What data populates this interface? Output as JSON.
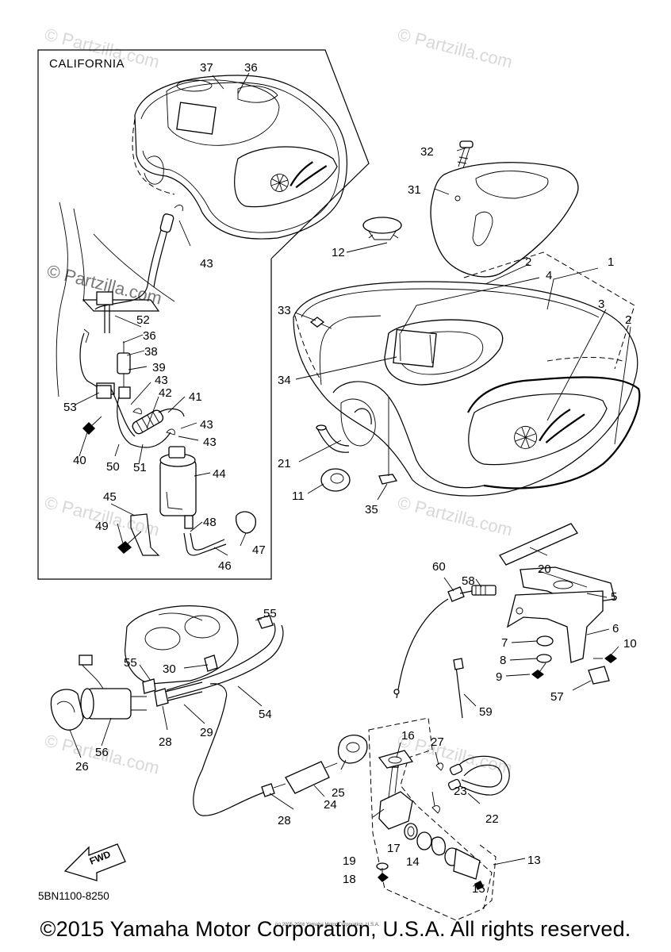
{
  "header": {
    "region_label": "CALIFORNIA"
  },
  "watermark": {
    "text": "© Partzilla.com"
  },
  "diagram_code": "5BN1100-8250",
  "fwd_label": "FWD",
  "copyright": {
    "main": "©2015 Yamaha Motor Corporation, U.S.A. All rights reserved.",
    "fine_print": "(c) 2005-2016 Yamaha Motor Corporation, U.S.A."
  },
  "callouts": [
    "1",
    "2",
    "2",
    "3",
    "4",
    "5",
    "6",
    "7",
    "8",
    "9",
    "10",
    "11",
    "12",
    "13",
    "14",
    "15",
    "16",
    "17",
    "18",
    "19",
    "20",
    "21",
    "22",
    "23",
    "24",
    "25",
    "26",
    "27",
    "28",
    "28",
    "29",
    "30",
    "31",
    "32",
    "33",
    "34",
    "35",
    "36",
    "36",
    "37",
    "38",
    "39",
    "40",
    "41",
    "42",
    "43",
    "43",
    "43",
    "43",
    "44",
    "45",
    "46",
    "47",
    "48",
    "49",
    "50",
    "51",
    "52",
    "53",
    "54",
    "55",
    "55",
    "56",
    "57",
    "58",
    "59",
    "60"
  ]
}
